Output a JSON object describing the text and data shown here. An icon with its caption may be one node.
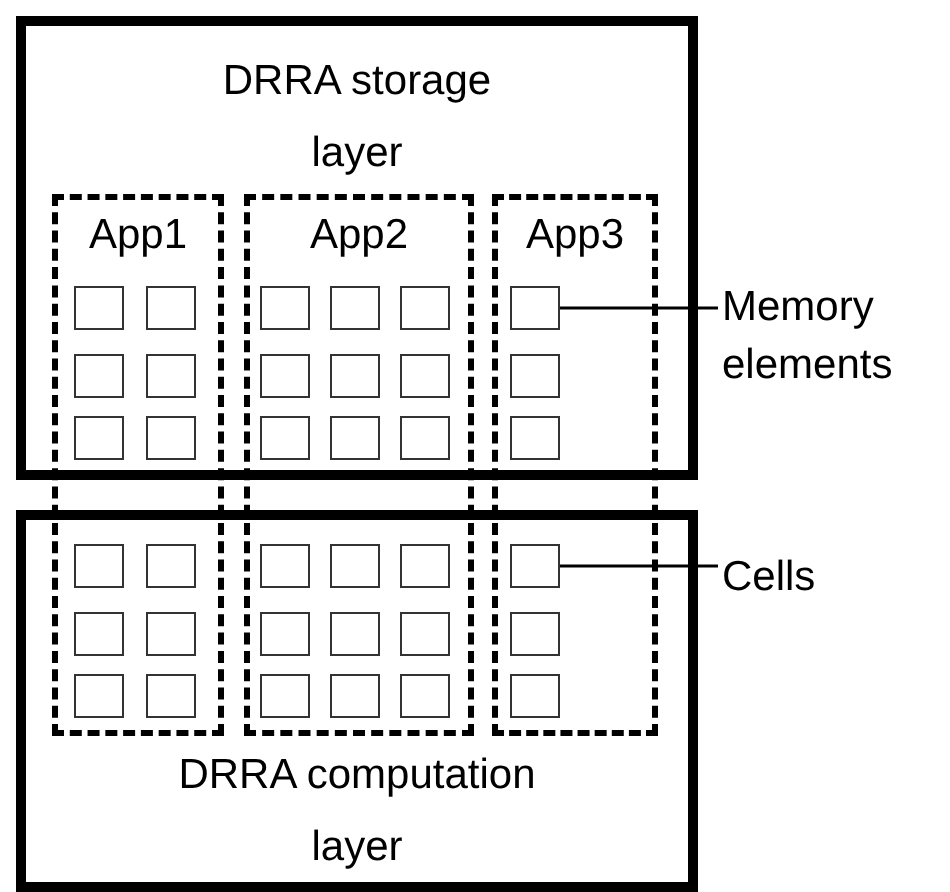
{
  "diagram": {
    "nodes": [
      {
        "text": [
          "DRRA storage layer"
        ]
      },
      {
        "text": [
          "App1"
        ]
      },
      {
        "text": [
          "App2"
        ]
      },
      {
        "text": [
          "App3"
        ]
      },
      {
        "text": [],
        "shape": "box"
      },
      {
        "text": [
          "Memory elements"
        ]
      },
      {
        "text": [],
        "shape": "box"
      },
      {
        "text": [
          "Cells"
        ]
      },
      {
        "text": [
          "DRRA computation layer"
        ]
      }
    ],
    "edges": [
      {
        "from": 5,
        "to": 4,
        "arrow": "none"
      },
      {
        "from": 7,
        "to": 6,
        "arrow": "none"
      }
    ]
  }
}
